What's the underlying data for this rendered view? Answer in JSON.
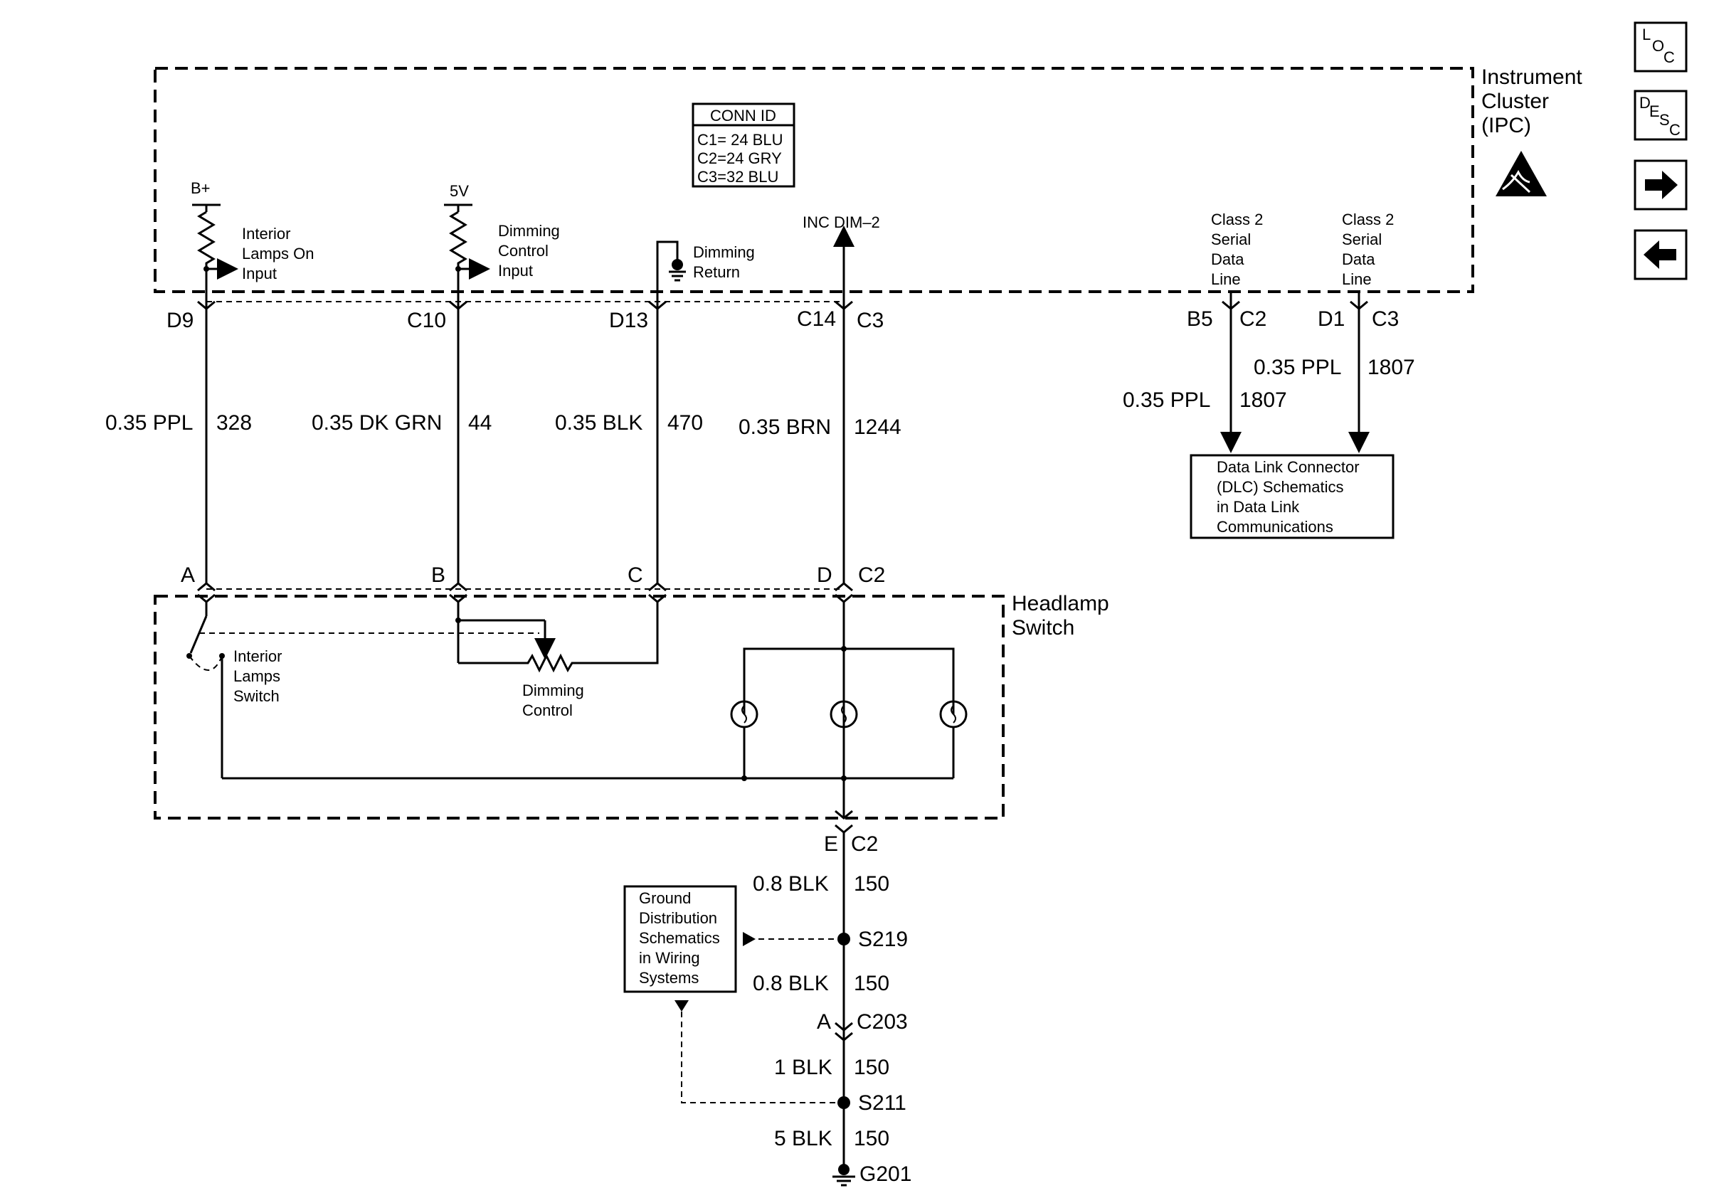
{
  "nav": {
    "loc": [
      "L",
      "O",
      "C"
    ],
    "desc": [
      "D",
      "E",
      "S",
      "C"
    ]
  },
  "ipc": {
    "title": [
      "Instrument",
      "Cluster",
      "(IPC)"
    ],
    "conn_id": {
      "title": "CONN ID",
      "rows": [
        "C1= 24 BLU",
        "C2=24 GRY",
        "C3=32 BLU"
      ]
    },
    "bplus": "B+",
    "fivev": "5V",
    "interior_input": [
      "Interior",
      "Lamps On",
      "Input"
    ],
    "dimming_input": [
      "Dimming",
      "Control",
      "Input"
    ],
    "dimming_return": [
      "Dimming",
      "Return"
    ],
    "inc_dim": "INC DIM–2",
    "class2_a": [
      "Class 2",
      "Serial",
      "Data",
      "Line"
    ],
    "class2_b": [
      "Class 2",
      "Serial",
      "Data",
      "Line"
    ]
  },
  "pins_top": {
    "d9": "D9",
    "c10": "C10",
    "d13": "D13",
    "c14": "C14",
    "c3": "C3",
    "b5": "B5",
    "c2": "C2",
    "d1": "D1",
    "c3b": "C3"
  },
  "wires": [
    {
      "size": "0.35 PPL",
      "circuit": "328"
    },
    {
      "size": "0.35 DK GRN",
      "circuit": "44"
    },
    {
      "size": "0.35 BLK",
      "circuit": "470"
    },
    {
      "size": "0.35 BRN",
      "circuit": "1244"
    },
    {
      "size": "0.35 PPL",
      "circuit": "1807"
    },
    {
      "size": "0.35 PPL",
      "circuit": "1807"
    }
  ],
  "dlc": [
    "Data Link Connector",
    "(DLC) Schematics",
    "in Data Link",
    "Communications"
  ],
  "pins_hs": {
    "a": "A",
    "b": "B",
    "c": "C",
    "d": "D",
    "c2": "C2"
  },
  "headlamp": {
    "title": [
      "Headlamp",
      "Switch"
    ],
    "interior_switch": [
      "Interior",
      "Lamps",
      "Switch"
    ],
    "dimming_control": [
      "Dimming",
      "Control"
    ]
  },
  "ground": {
    "e": "E",
    "c2": "C2",
    "w1": {
      "size": "0.8 BLK",
      "circuit": "150"
    },
    "s219": "S219",
    "w2": {
      "size": "0.8 BLK",
      "circuit": "150"
    },
    "a": "A",
    "c203": "C203",
    "w3": {
      "size": "1 BLK",
      "circuit": "150"
    },
    "s211": "S211",
    "w4": {
      "size": "5 BLK",
      "circuit": "150"
    },
    "g201": "G201",
    "box": [
      "Ground",
      "Distribution",
      "Schematics",
      "in Wiring",
      "Systems"
    ]
  }
}
